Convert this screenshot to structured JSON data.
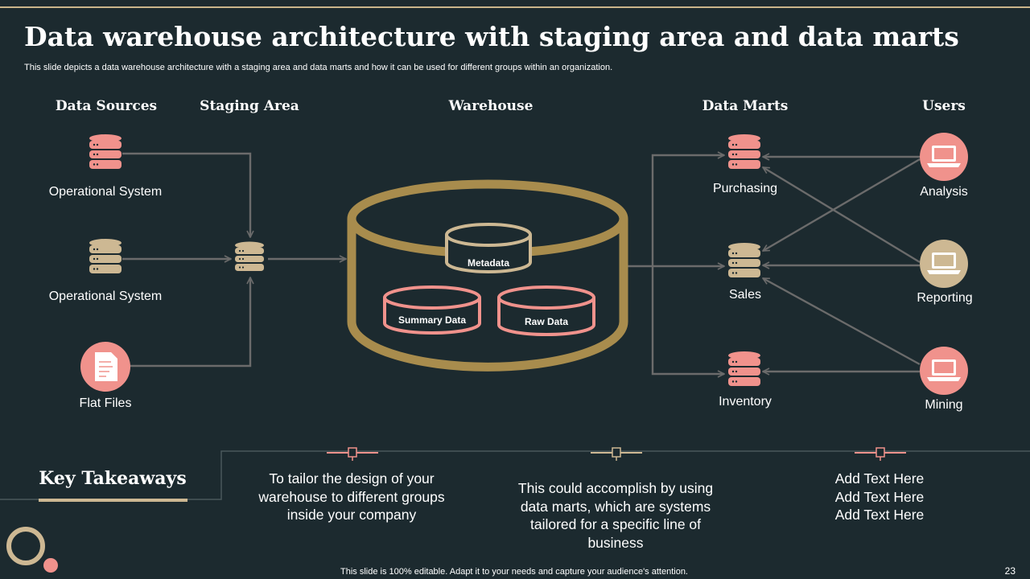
{
  "slide": {
    "title": "Data warehouse architecture with staging area and data marts",
    "subtitle": "This slide depicts a data warehouse architecture with a staging area and data marts and how it can be used for different groups within an organization.",
    "footer": "This slide is 100% editable. Adapt it to your needs and capture your audience's attention.",
    "page_number": "23"
  },
  "columns": {
    "sources": "Data Sources",
    "staging": "Staging Area",
    "warehouse": "Warehouse",
    "marts": "Data Marts",
    "users": "Users"
  },
  "sources": [
    "Operational System",
    "Operational System",
    "Flat Files"
  ],
  "warehouse": {
    "metadata": "Metadata",
    "summary": "Summary Data",
    "raw": "Raw Data"
  },
  "marts": [
    "Purchasing",
    "Sales",
    "Inventory"
  ],
  "users": [
    "Analysis",
    "Reporting",
    "Mining"
  ],
  "takeaways": {
    "title": "Key Takeaways",
    "items": [
      "To tailor the design of your warehouse to different groups inside your company",
      "This could accomplish by using data marts, which are systems tailored for a specific line of business",
      "Add Text Here\nAdd Text Here\nAdd Text Here"
    ]
  },
  "colors": {
    "background": "#1c2a2f",
    "pink": "#f0928c",
    "tan": "#cdb893",
    "gold": "#a88c4d",
    "connector": "#6b6b6b"
  },
  "icons": {
    "database": "database-icon",
    "document": "document-icon",
    "laptop": "laptop-icon"
  }
}
